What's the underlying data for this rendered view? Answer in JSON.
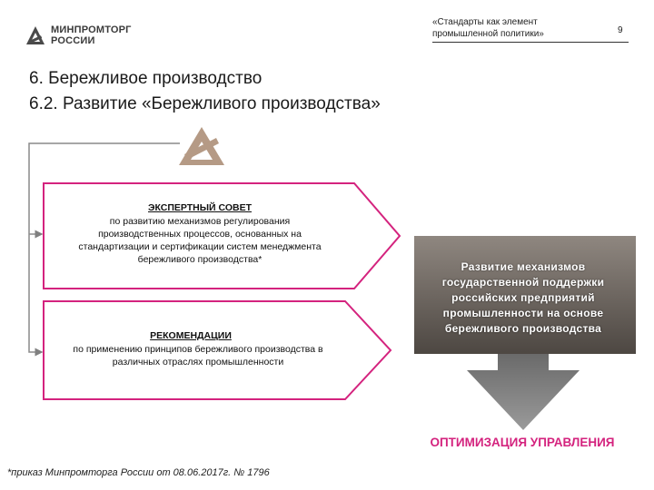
{
  "logo": {
    "line1": "МИНПРОМТОРГ",
    "line2": "РОССИИ"
  },
  "header": {
    "subtitle_line1": "«Стандарты как элемент",
    "subtitle_line2": "промышленной политики»",
    "page_number": "9"
  },
  "titles": {
    "section": "6. Бережливое производство",
    "subsection": "6.2. Развитие «Бережливого производства»"
  },
  "council": {
    "heading": "ЭКСПЕРТНЫЙ СОВЕТ",
    "line1": "по развитию механизмов регулирования",
    "line2": "производственных процессов, основанных на",
    "line3": "стандартизации и сертификации систем менеджмента",
    "line4": "бережливого производства*"
  },
  "recommendations": {
    "heading": "РЕКОМЕНДАЦИИ",
    "line1": "по применению принципов бережливого производства в",
    "line2": "различных отраслях промышленности"
  },
  "support": {
    "line1": "Развитие механизмов",
    "line2": "государственной поддержки",
    "line3": "российских предприятий",
    "line4": "промышленности на основе",
    "line5": "бережливого производства"
  },
  "outcome": "ОПТИМИЗАЦИЯ УПРАВЛЕНИЯ",
  "footnote": "*приказ Минпромторга России от 08.06.2017г. № 1796",
  "colors": {
    "accent": "#d4237e",
    "brand_mark": "#b59a85",
    "support_fill": "#6a625c",
    "arrow_gray": "#7d7d7d"
  },
  "icons": [
    "ministry-logo-icon",
    "triangle-emblem-icon",
    "down-arrow-icon"
  ]
}
